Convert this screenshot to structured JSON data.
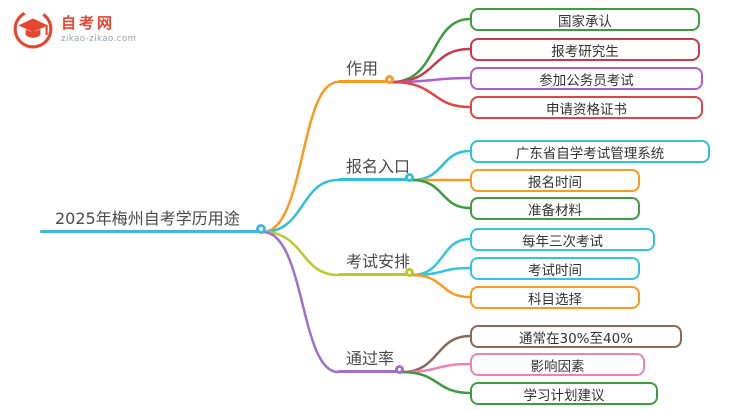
{
  "logo": {
    "title": "自考网",
    "subtitle": "zikao-zikao.com",
    "brand_color": "#e8452f"
  },
  "root": {
    "label": "2025年梅州自考学历用途",
    "color": "#3fb6e4"
  },
  "branches": [
    {
      "label": "作用",
      "color": "#f79b22",
      "children": [
        {
          "label": "国家承认",
          "color": "#3d9c40"
        },
        {
          "label": "报考研究生",
          "color": "#c9394a"
        },
        {
          "label": "参加公务员考试",
          "color": "#ad5fc9"
        },
        {
          "label": "申请资格证书",
          "color": "#e04444"
        }
      ]
    },
    {
      "label": "报名入口",
      "color": "#2ec2d6",
      "children": [
        {
          "label": "广东省自学考试管理系统",
          "color": "#2ec2d6"
        },
        {
          "label": "报名时间",
          "color": "#f79b22"
        },
        {
          "label": "准备材料",
          "color": "#3d9c40"
        }
      ]
    },
    {
      "label": "考试安排",
      "color": "#bcc92e",
      "children": [
        {
          "label": "每年三次考试",
          "color": "#35c4e0"
        },
        {
          "label": "考试时间",
          "color": "#35c4e0"
        },
        {
          "label": "科目选择",
          "color": "#f79b22"
        }
      ]
    },
    {
      "label": "通过率",
      "color": "#9f6fca",
      "children": [
        {
          "label": "通常在30%至40%",
          "color": "#8a6a55"
        },
        {
          "label": "影响因素",
          "color": "#ef82b4"
        },
        {
          "label": "学习计划建议",
          "color": "#3d9c40"
        }
      ]
    }
  ]
}
